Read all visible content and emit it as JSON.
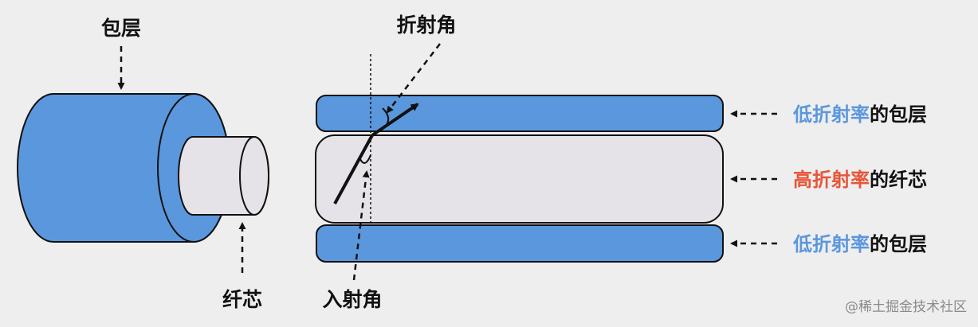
{
  "labels": {
    "cladding_top": "包层",
    "core_bottom": "纤芯",
    "refraction_angle": "折射角",
    "incidence_angle": "入射角"
  },
  "legend": [
    {
      "highlight": "低折射率",
      "rest": "的包层",
      "color": "#5b97dd"
    },
    {
      "highlight": "高折射率",
      "rest": "的纤芯",
      "color": "#e8553a"
    },
    {
      "highlight": "低折射率",
      "rest": "的包层",
      "color": "#5b97dd"
    }
  ],
  "watermark": "@稀土掘金技术社区",
  "colors": {
    "cladding": "#5b97dd",
    "core": "#e5e3e8",
    "outline": "#111111",
    "background": "#eeeeee"
  }
}
